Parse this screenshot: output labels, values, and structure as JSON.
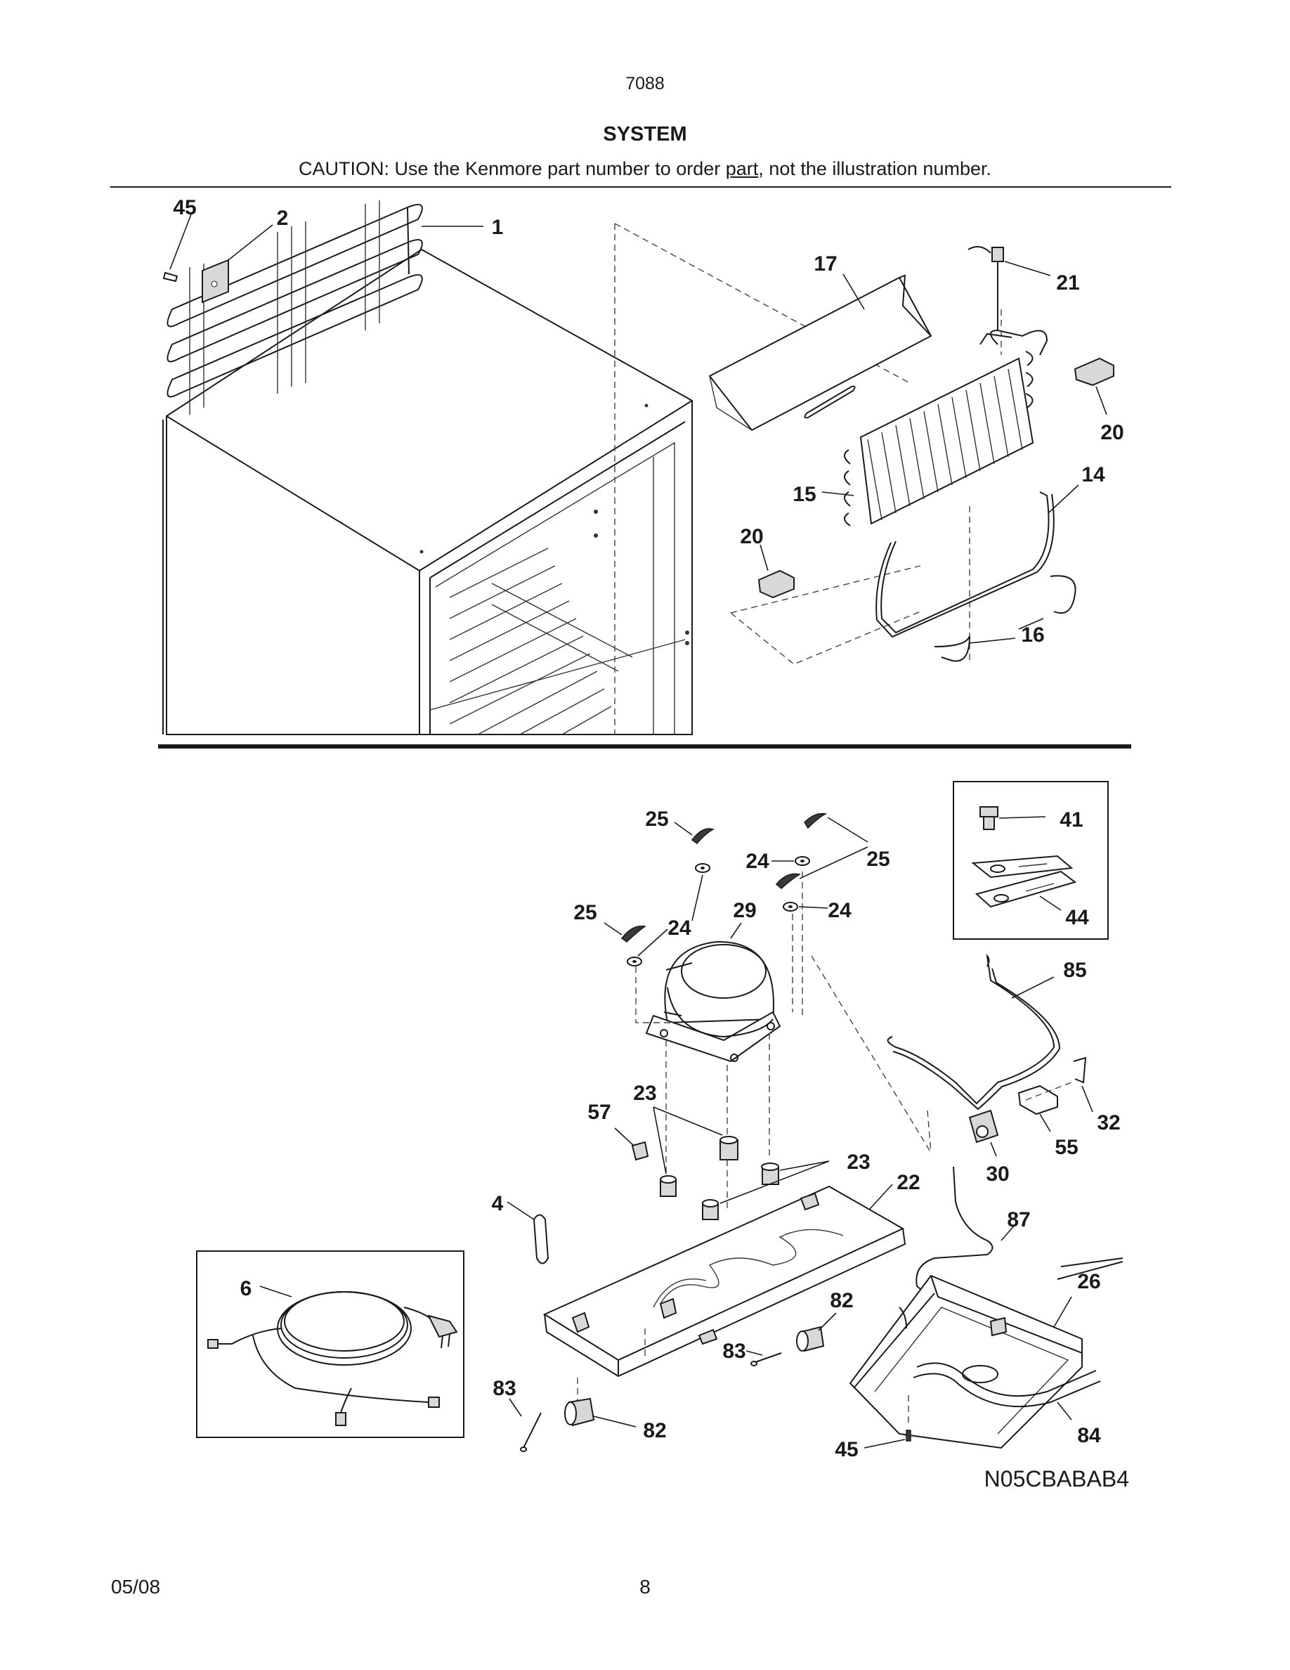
{
  "header": {
    "model_number": "7088",
    "section_title": "SYSTEM",
    "caution_prefix": "CAUTION: Use the Kenmore part number to order ",
    "caution_underlined": "part",
    "caution_suffix": ", not the illustration number."
  },
  "callouts": {
    "c45_top": "45",
    "c2": "2",
    "c1": "1",
    "c17": "17",
    "c21": "21",
    "c20_right": "20",
    "c14": "14",
    "c15": "15",
    "c20_left": "20",
    "c16": "16",
    "c25_a": "25",
    "c24_a": "24",
    "c25_b": "25",
    "c25_c": "25",
    "c24_b": "24",
    "c29": "29",
    "c24_c": "24",
    "c41": "41",
    "c44": "44",
    "c85": "85",
    "c23_a": "23",
    "c57": "57",
    "c32": "32",
    "c55": "55",
    "c30": "30",
    "c23_b": "23",
    "c22": "22",
    "c4": "4",
    "c87": "87",
    "c6": "6",
    "c26": "26",
    "c82_a": "82",
    "c83_a": "83",
    "c83_b": "83",
    "c82_b": "82",
    "c84": "84",
    "c45_bottom": "45"
  },
  "drawing_code": "N05CBABAB4",
  "footer": {
    "date": "05/08",
    "page_number": "8"
  }
}
